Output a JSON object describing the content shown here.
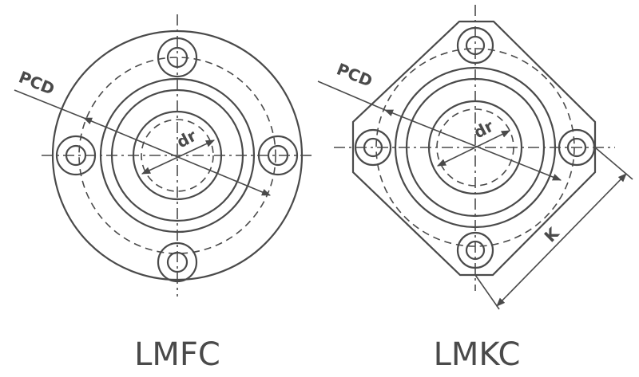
{
  "labels": {
    "lmfc_pcd": "PCD",
    "lmfc_dr": "dr",
    "lmkc_pcd": "PCD",
    "lmkc_dr": "dr",
    "lmkc_k": "K"
  },
  "titles": {
    "left": "LMFC",
    "right": "LMKC"
  },
  "colors": {
    "line": "#4a4a4a",
    "background": "#ffffff"
  }
}
